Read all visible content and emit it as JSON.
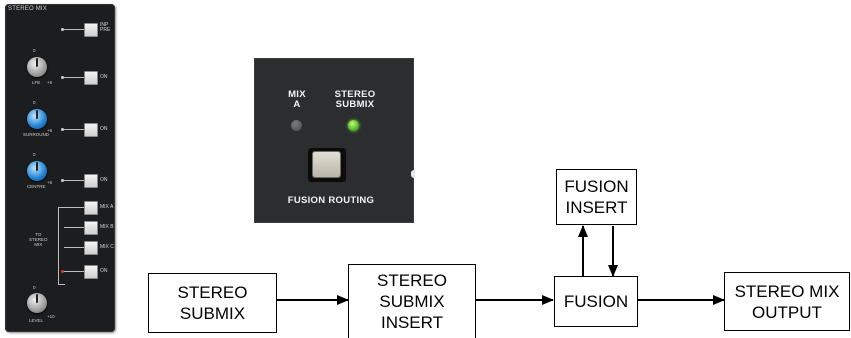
{
  "channel_strip": {
    "title": "STEREO MIX",
    "inp_pre_label": "INP\nPRE",
    "on_label": "ON",
    "lfe_label": "LFE",
    "surround_label": "SURROUND",
    "centre_label": "CENTRE",
    "level_label": "LEVEL",
    "to_stereo_mix_label": "TO\nSTEREO\nMIX",
    "mix_a_label": "MIX A",
    "mix_b_label": "MIX B",
    "mix_c_label": "MIX C",
    "zero_mark": "0",
    "plus_six_mark": "+6",
    "plus_ten_mark": "+10"
  },
  "routing_panel": {
    "mix_a_label": "MIX\nA",
    "stereo_submix_label": "STEREO\nSUBMIX",
    "fusion_routing_label": "FUSION ROUTING",
    "colors": {
      "led_off": "#5a5c5f",
      "led_on": "#5fc23a",
      "panel": "#2b2d2f"
    }
  },
  "flow": {
    "stereo_submix": "STEREO\nSUBMIX",
    "stereo_submix_insert": "STEREO\nSUBMIX\nINSERT",
    "fusion": "FUSION",
    "fusion_insert": "FUSION\nINSERT",
    "stereo_mix_output": "STEREO MIX\nOUTPUT"
  }
}
